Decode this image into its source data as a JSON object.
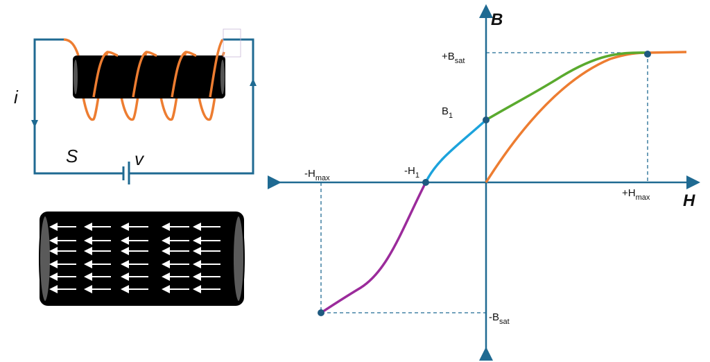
{
  "circuit": {
    "current_label": "i",
    "switch_label": "S",
    "voltage_label": "v"
  },
  "graph": {
    "y_axis_label": "B",
    "x_axis_label": "H",
    "labels": {
      "pos_bsat": {
        "base": "+B",
        "sub": "sat"
      },
      "neg_bsat": {
        "base": "-B",
        "sub": "sat"
      },
      "b1": {
        "base": "B",
        "sub": "1"
      },
      "neg_h1": {
        "base": "-H",
        "sub": "1"
      },
      "pos_hmax": {
        "base": "+H",
        "sub": "max"
      },
      "neg_hmax": {
        "base": "-H",
        "sub": "max"
      }
    }
  },
  "colors": {
    "axis": "#1f6a92",
    "initial_curve": "#ed7d31",
    "saturation_to_b1": "#5aaa2e",
    "b1_to_neg_h1": "#1ca3dc",
    "neg_h1_to_neg_sat": "#9b2b9b",
    "core": "#000000"
  }
}
